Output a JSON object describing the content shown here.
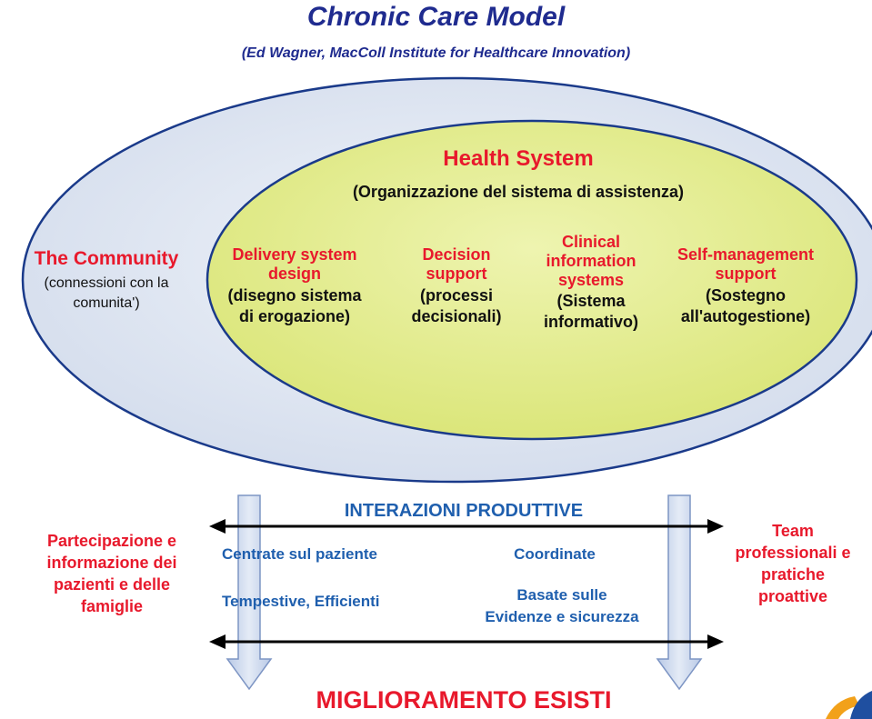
{
  "title": "Chronic Care Model",
  "subtitle": "(Ed Wagner, MacColl Institute for Healthcare Innovation)",
  "community": {
    "title": "The Community",
    "desc_line1": "(connessioni con la",
    "desc_line2": "comunita')"
  },
  "health_system": {
    "title": "Health System",
    "desc": "(Organizzazione del sistema di assistenza)"
  },
  "components": [
    {
      "title_lines": [
        "Delivery system",
        "design"
      ],
      "desc_lines": [
        "(disegno sistema",
        "di erogazione)"
      ]
    },
    {
      "title_lines": [
        "Decision",
        "support"
      ],
      "desc_lines": [
        "(processi",
        "decisionali)"
      ]
    },
    {
      "title_lines": [
        "Clinical",
        "information",
        "systems"
      ],
      "desc_lines": [
        "(Sistema",
        "informativo)"
      ]
    },
    {
      "title_lines": [
        "Self-management",
        "support"
      ],
      "desc_lines": [
        "(Sostegno",
        "all'autogestione)"
      ]
    }
  ],
  "interactions": {
    "title": "INTERAZIONI PRODUTTIVE",
    "items": [
      "Centrate sul paziente",
      "Coordinate",
      "Tempestive, Efficienti",
      "Basate sulle",
      "Evidenze e sicurezza"
    ]
  },
  "left_label_lines": [
    "Partecipazione e",
    "informazione dei",
    "pazienti e delle",
    "famiglie"
  ],
  "right_label_lines": [
    "Team",
    "professionali e",
    "pratiche",
    "proattive"
  ],
  "outcome": "MIGLIORAMENTO ESISTI",
  "colors": {
    "title_blue": "#1f2b8f",
    "red": "#e8192c",
    "outer_ellipse": "#dde4f0",
    "inner_ellipse": "#e2eb8f",
    "arrow_blue": "#c5d3ea",
    "text_blue": "#1f5fae"
  }
}
